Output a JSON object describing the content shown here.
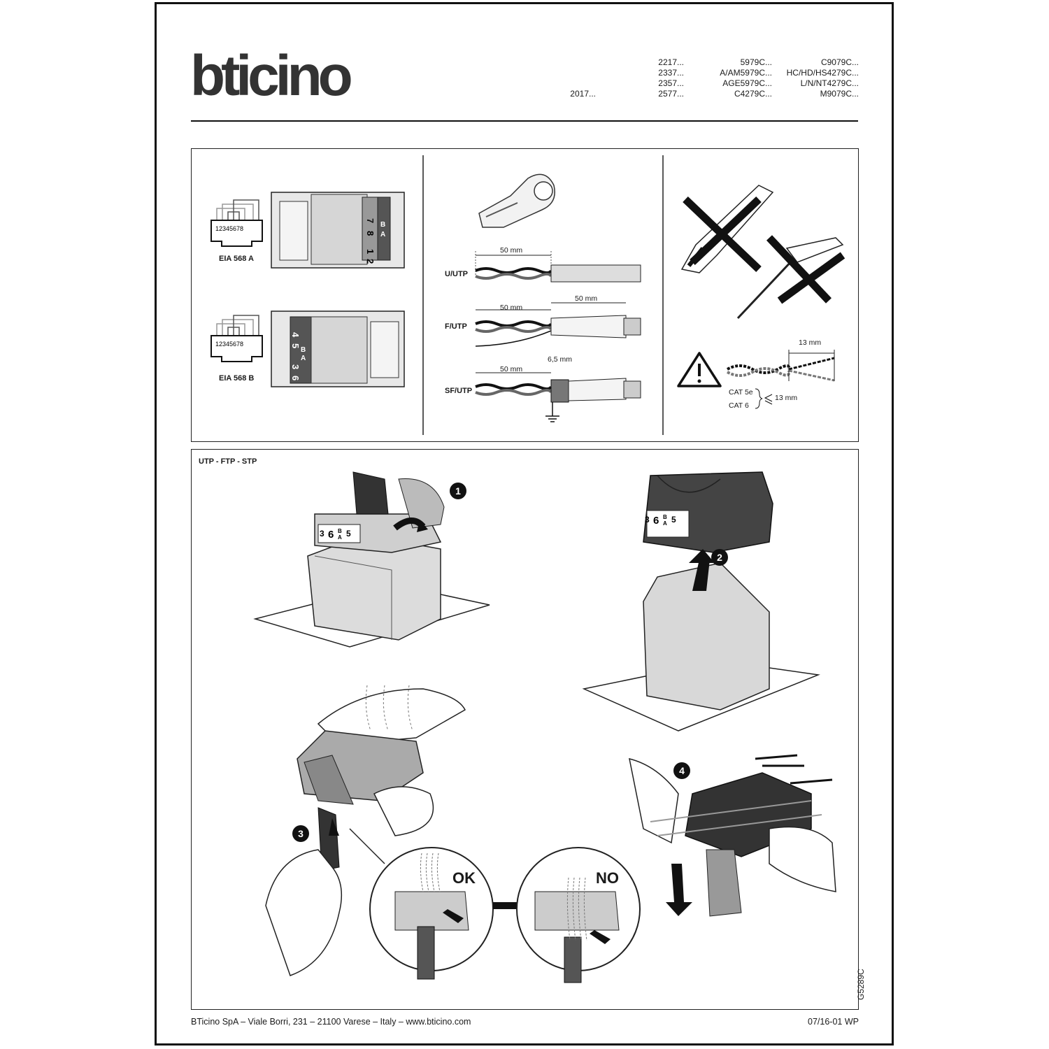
{
  "header": {
    "brand": "bticino",
    "codes_col1": [
      "2017..."
    ],
    "codes_col2": [
      "2217...",
      "2337...",
      "2357...",
      "2577..."
    ],
    "codes_col3": [
      "5979C...",
      "A/AM5979C...",
      "AGE5979C...",
      "C4279C..."
    ],
    "codes_col4": [
      "C9079C...",
      "HC/HD/HS4279C...",
      "L/N/NT4279C...",
      "M9079C..."
    ]
  },
  "wiring": {
    "eia_a": "EIA 568 A",
    "eia_b": "EIA 568 B",
    "pins": "12345678",
    "jack_a_labels": [
      "7",
      "8",
      "B",
      "A",
      "1",
      "2"
    ],
    "jack_b_labels": [
      "4",
      "5",
      "B",
      "A",
      "3",
      "6"
    ]
  },
  "stripping": {
    "u_utp": "U/UTP",
    "f_utp": "F/UTP",
    "sf_utp": "SF/UTP",
    "d50": "50 mm",
    "d6_5": "6,5 mm"
  },
  "warning": {
    "d13": "13 mm",
    "cat5e": "CAT 5e",
    "cat6": "CAT 6",
    "le13": "13 mm"
  },
  "steps": {
    "section_title": "UTP - FTP - STP",
    "s1": "1",
    "s2": "2",
    "s3": "3",
    "s4": "4",
    "ok": "OK",
    "no": "NO",
    "label_top": [
      "3",
      "6",
      "B",
      "A",
      "5"
    ]
  },
  "footer": {
    "address": "BTicino SpA – Viale Borri, 231 – 21100 Varese – Italy – www.bticino.com",
    "date": "07/16-01 WP",
    "doc_code": "G5289C"
  }
}
